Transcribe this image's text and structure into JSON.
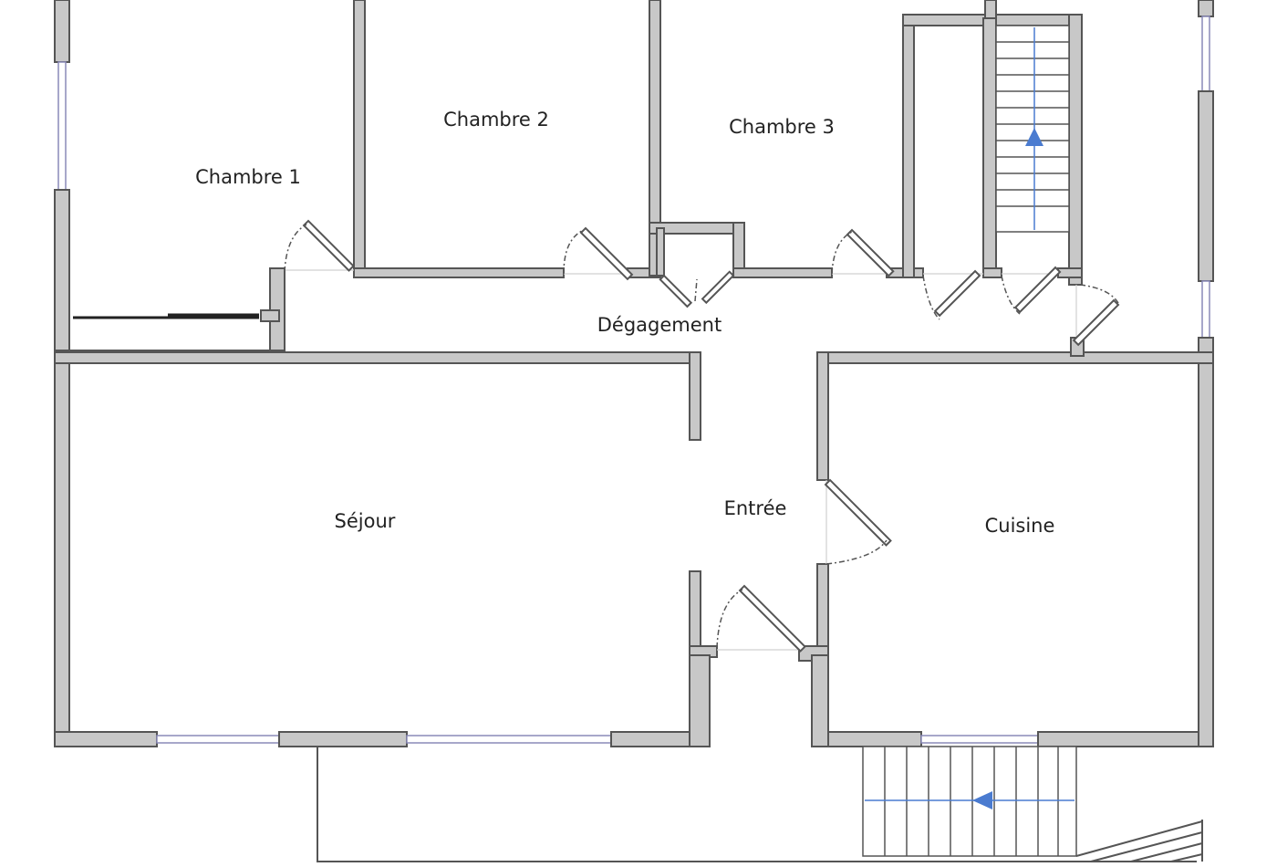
{
  "rooms": {
    "chambre1": "Chambre 1",
    "chambre2": "Chambre 2",
    "chambre3": "Chambre 3",
    "degagement": "Dégagement",
    "sejour": "Séjour",
    "entree": "Entrée",
    "cuisine": "Cuisine"
  },
  "colors": {
    "wall_fill": "#c8c8c8",
    "wall_stroke": "#555555",
    "stair_arrow": "#4a7bd0"
  }
}
